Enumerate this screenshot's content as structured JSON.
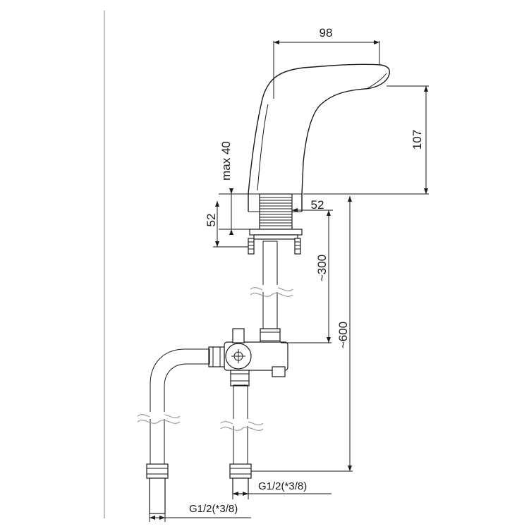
{
  "dimensions": {
    "spout_reach": "98",
    "height": "107",
    "deck_max": "max 40",
    "body_base": "52",
    "shank_length": "52",
    "hose_to_valve": "~300",
    "hose_total": "~600",
    "connection_right": "G1/2(*3/8)",
    "connection_left": "G1/2(*3/8)"
  },
  "colors": {
    "line": "#1a1a1a",
    "wall": "#9a9a9a",
    "background": "#ffffff"
  }
}
